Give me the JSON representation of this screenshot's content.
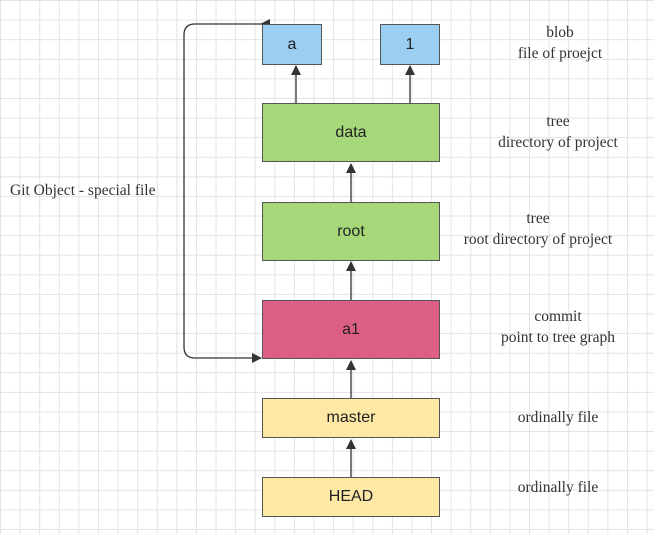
{
  "nodes": {
    "blob_a": {
      "label": "a"
    },
    "blob_1": {
      "label": "1"
    },
    "data": {
      "label": "data"
    },
    "root": {
      "label": "root"
    },
    "a1": {
      "label": "a1"
    },
    "master": {
      "label": "master"
    },
    "head": {
      "label": "HEAD"
    }
  },
  "annotations": {
    "blob": {
      "line1": "blob",
      "line2": "file of proejct"
    },
    "data": {
      "line1": "tree",
      "line2": "directory of project"
    },
    "root": {
      "line1": "tree",
      "line2": "root directory of project"
    },
    "commit": {
      "line1": "commit",
      "line2": "point to tree graph"
    },
    "master": {
      "line1": "ordinally file"
    },
    "head": {
      "line1": "ordinally file"
    }
  },
  "side_label": "Git Object - special file",
  "colors": {
    "blob": "#9bcff2",
    "tree": "#a6d87a",
    "commit": "#de5f86",
    "file": "#fde8a6",
    "edge": "#333333"
  }
}
